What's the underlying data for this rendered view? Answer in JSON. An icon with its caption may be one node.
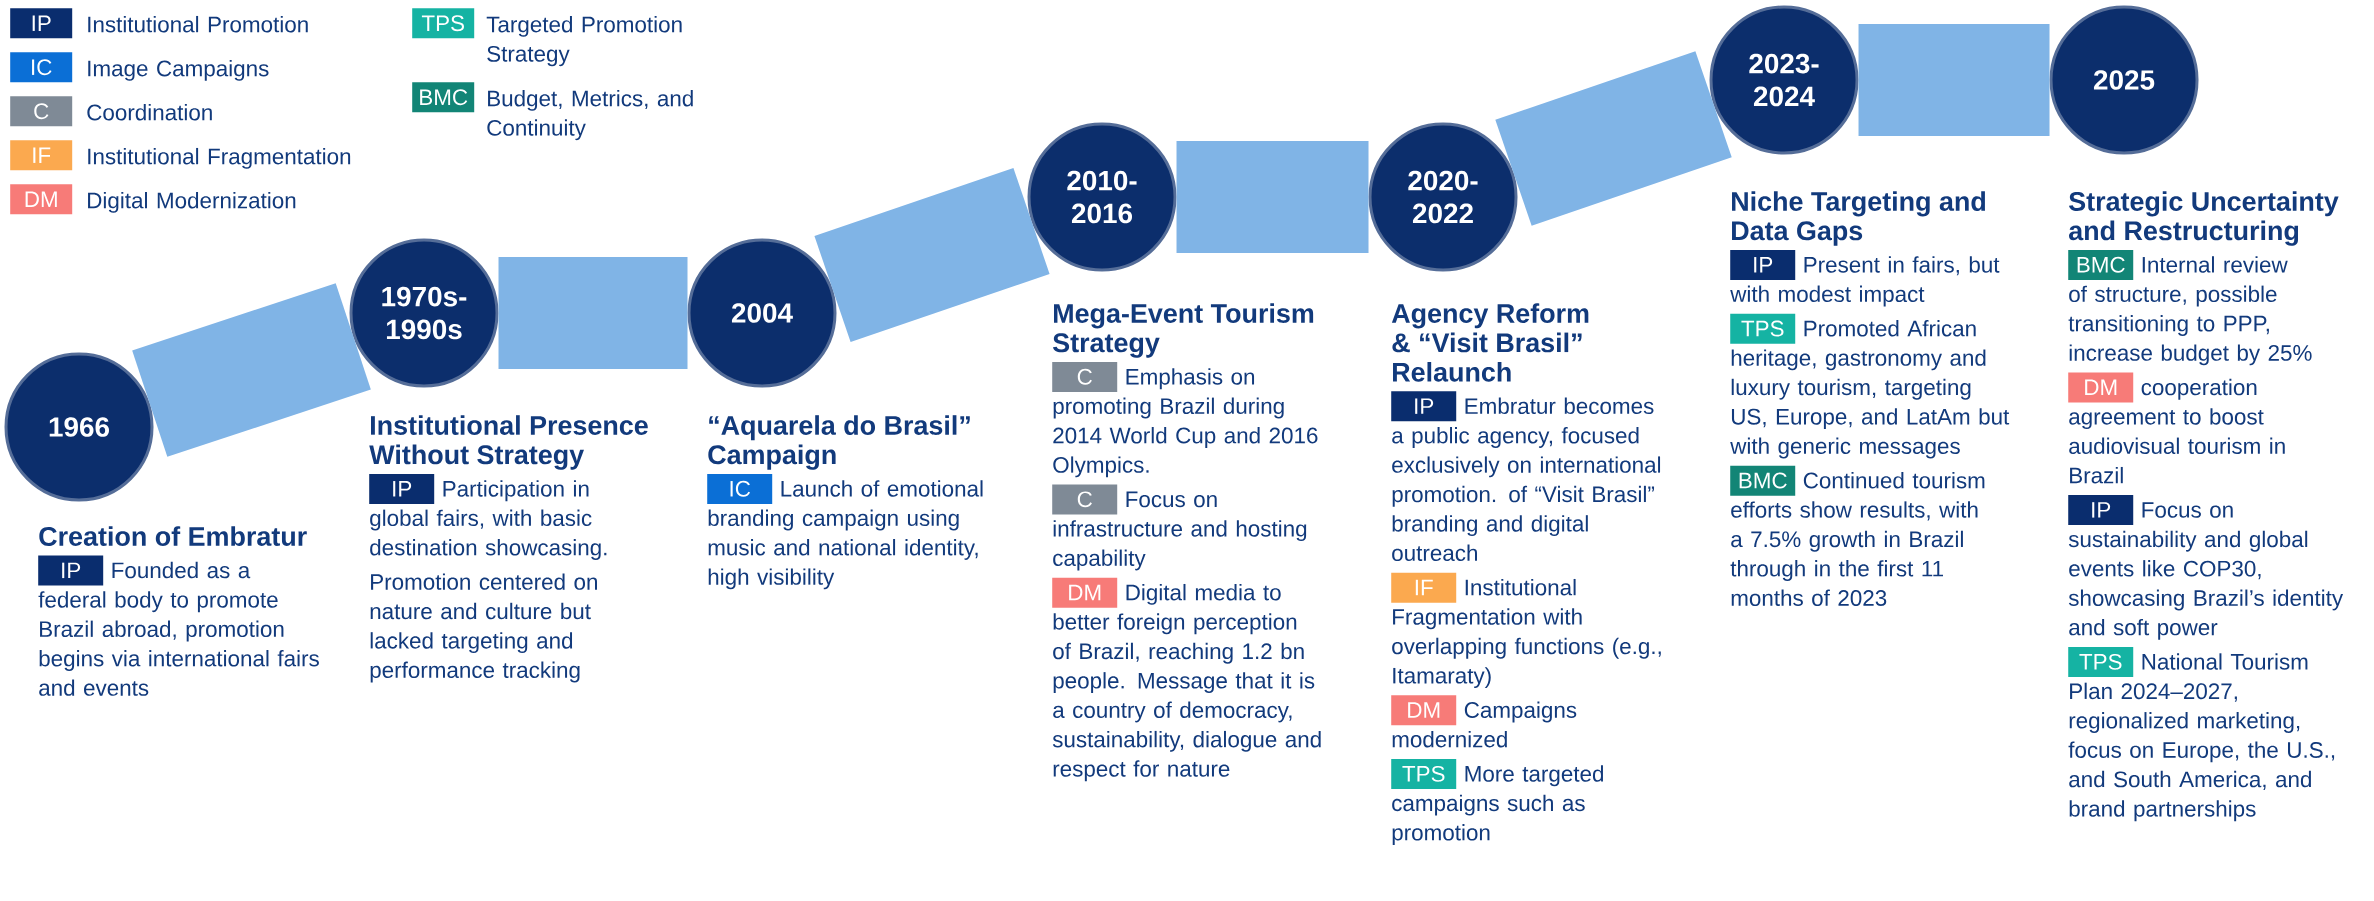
{
  "diagram": {
    "nodes": [
      {
        "text": [
          "1966"
        ],
        "beside": [
          "Creation of Embratur",
          "IP",
          "Founded as a federal body to promote Brazil abroad, promotion begins via international fairs and events"
        ]
      },
      {
        "text": [
          "1970s-1990s"
        ],
        "beside": [
          "Institutional Presence Without Strategy",
          "IP",
          "Participation in global fairs, with basic destination showcasing.",
          "Promotion centered on nature and culture but lacked targeting and performance tracking"
        ]
      },
      {
        "text": [
          "2004"
        ],
        "beside": [
          "“Aquarela do Brasil” Campaign",
          "IC",
          "Launch of emotional branding campaign using music and national identity, high visibility"
        ]
      },
      {
        "text": [
          "2010-2016"
        ],
        "beside": [
          "Mega-Event Tourism Strategy",
          "C",
          "Emphasis on promoting Brazil during 2014 World Cup and 2016 Olympics.",
          "C",
          "Focus on infrastructure and hosting capability",
          "DM",
          "Digital media to better foreign perception of Brazil, reaching 1.2 bn people. Message that it is a country of democracy, sustainability, dialogue and respect for nature"
        ]
      },
      {
        "text": [
          "2020-2022"
        ],
        "beside": [
          "Agency Reform & “Visit Brasil” Relaunch",
          "IP",
          "Embratur becomes a public agency, focused exclusively on international promotion. of “Visit Brasil” branding and digital outreach",
          "IF",
          "Institutional Fragmentation with overlapping functions (e.g., Itamaraty)",
          "DM",
          "Campaigns modernized",
          "TPS",
          "More targeted campaigns such as promotion"
        ]
      },
      {
        "text": [
          "2023-2024"
        ],
        "beside": [
          "Niche Targeting and Data Gaps",
          "IP",
          "Present in fairs, but with modest impact",
          "TPS",
          "Promoted African heritage, gastronomy and luxury tourism, targeting US, Europe, and LatAm but with generic messages",
          "BMC",
          "Continued tourism efforts show results, with a 7.5% growth in Brazil through in the first 11 months of 2023"
        ]
      },
      {
        "text": [
          "2025"
        ],
        "beside": [
          "Strategic Uncertainty and Restructuring",
          "BMC",
          "Internal review of structure, possible transitioning to PPP, increase budget by 25%",
          "DM",
          "cooperation agreement to boost audiovisual tourism in Brazil",
          "IP",
          "Focus on sustainability and global events like COP30, showcasing Brazil’s identity and soft power",
          "TPS",
          "National Tourism Plan 2024–2027, regionalized marketing, focus on Europe, the U.S., and South America, and brand partnerships"
        ]
      }
    ],
    "edges": [
      {
        "from": 0,
        "to": 1,
        "arrow": "none"
      },
      {
        "from": 1,
        "to": 2,
        "arrow": "none"
      },
      {
        "from": 2,
        "to": 3,
        "arrow": "none"
      },
      {
        "from": 3,
        "to": 4,
        "arrow": "none"
      },
      {
        "from": 4,
        "to": 5,
        "arrow": "none"
      },
      {
        "from": 5,
        "to": 6,
        "arrow": "none"
      }
    ],
    "labels": [
      "IP",
      "IC",
      "C",
      "IF",
      "DM",
      "TPS",
      "BMC"
    ],
    "legend": [
      {
        "text": "Institutional Promotion",
        "color": "#0a2d6e"
      },
      {
        "text": "Image Campaigns",
        "color": "#0b6fd6"
      },
      {
        "text": "Coordination",
        "color": "#7f8a96"
      },
      {
        "text": "Institutional Fragmentation",
        "color": "#fba94f"
      },
      {
        "text": "Digital Modernization",
        "color": "#f77b78"
      },
      {
        "text": "Targeted Promotion Strategy",
        "color": "#15b3a3"
      },
      {
        "text": "Budget, Metrics, and Continuity",
        "color": "#128576"
      }
    ]
  }
}
